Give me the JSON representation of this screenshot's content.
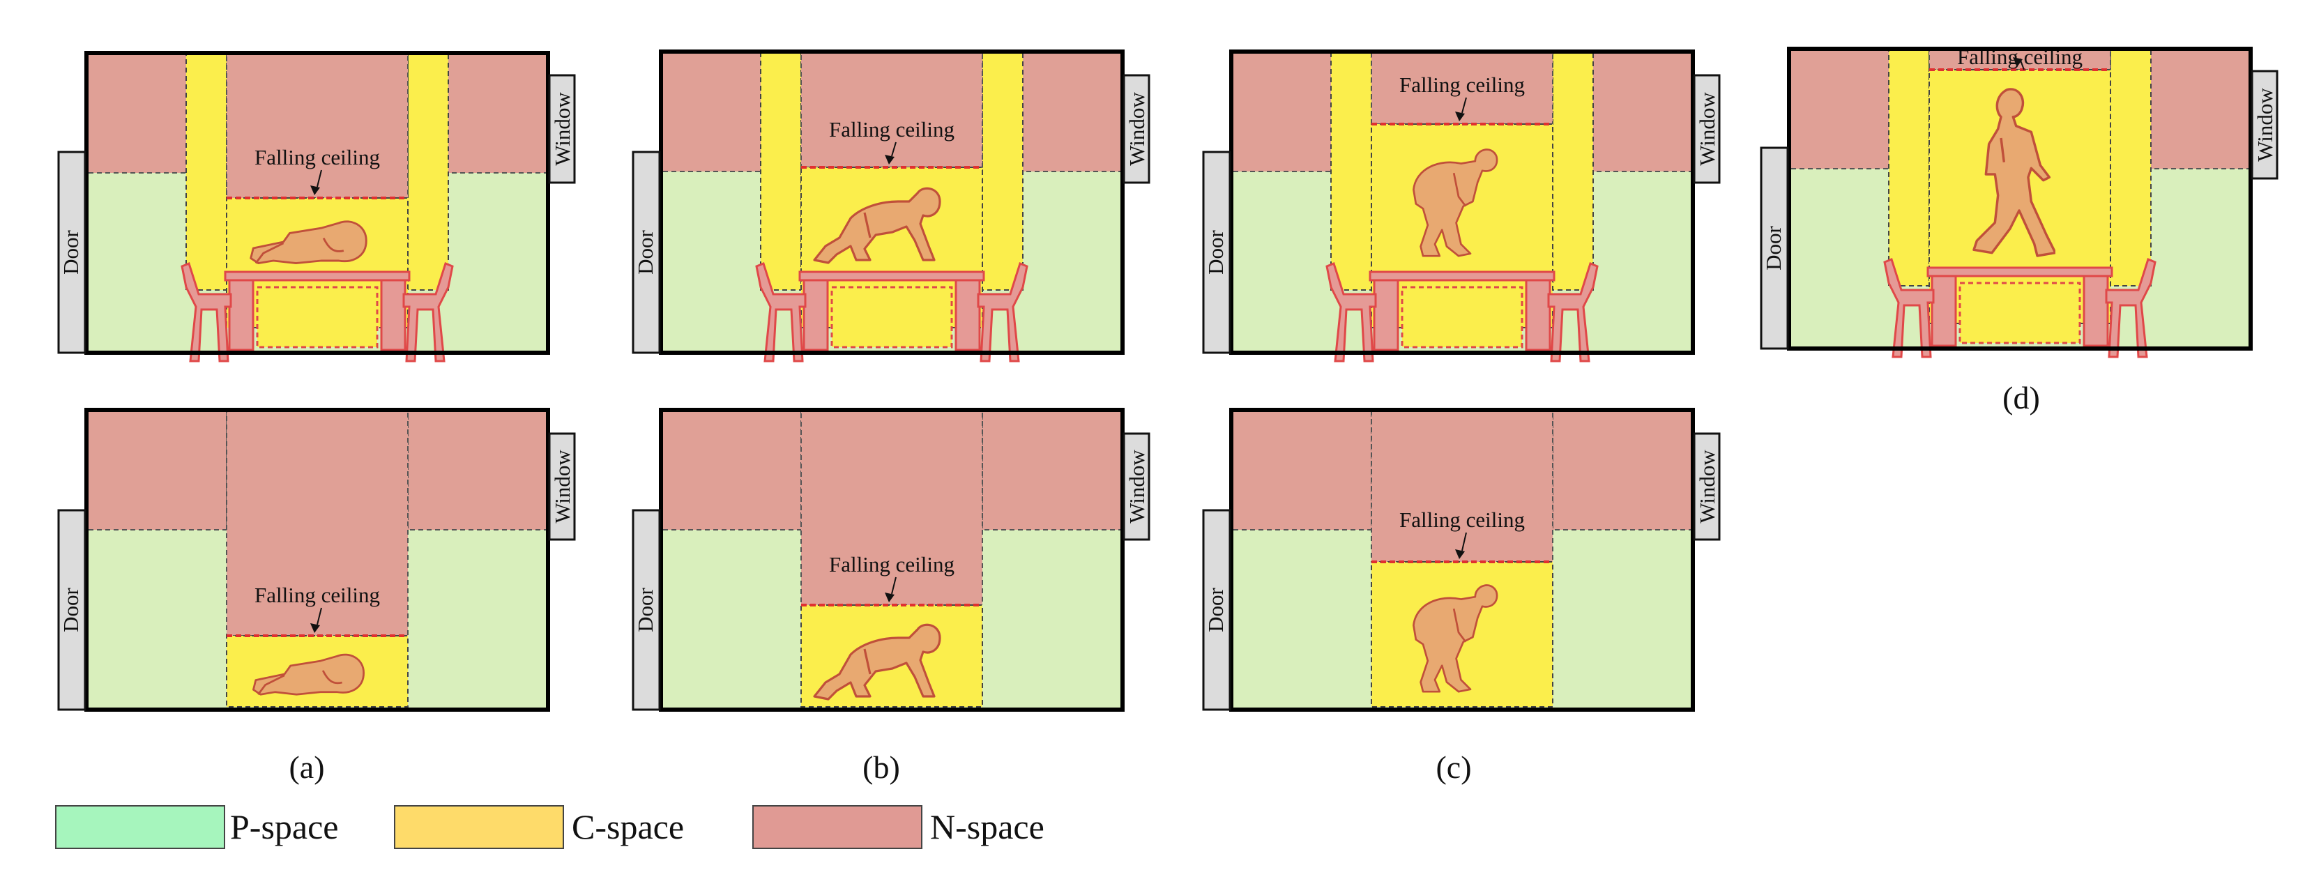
{
  "labels": {
    "falling_ceiling": "Falling ceiling",
    "door": "Door",
    "window": "Window"
  },
  "panel_captions": [
    "(a)",
    "(b)",
    "(c)",
    "(d)"
  ],
  "legend": [
    {
      "label": "P-space",
      "color": "#a6f5bd"
    },
    {
      "label": "C-space",
      "color": "#fedb6a"
    },
    {
      "label": "N-space",
      "color": "#e09a94"
    }
  ],
  "colors": {
    "p_space_fill": "#d9efbc",
    "c_space_fill": "#fbee4c",
    "n_space_fill": "#e0a096",
    "furniture": "#e59a96",
    "furniture_stroke": "#e04848",
    "person": "#e8a971",
    "person_stroke": "#c0503a",
    "wall": "#000000",
    "door_window": "#dcdcdc"
  },
  "figure_poses": [
    "lying",
    "crawling",
    "stooping",
    "walking"
  ],
  "rows": [
    "with table and chairs",
    "without furniture"
  ]
}
